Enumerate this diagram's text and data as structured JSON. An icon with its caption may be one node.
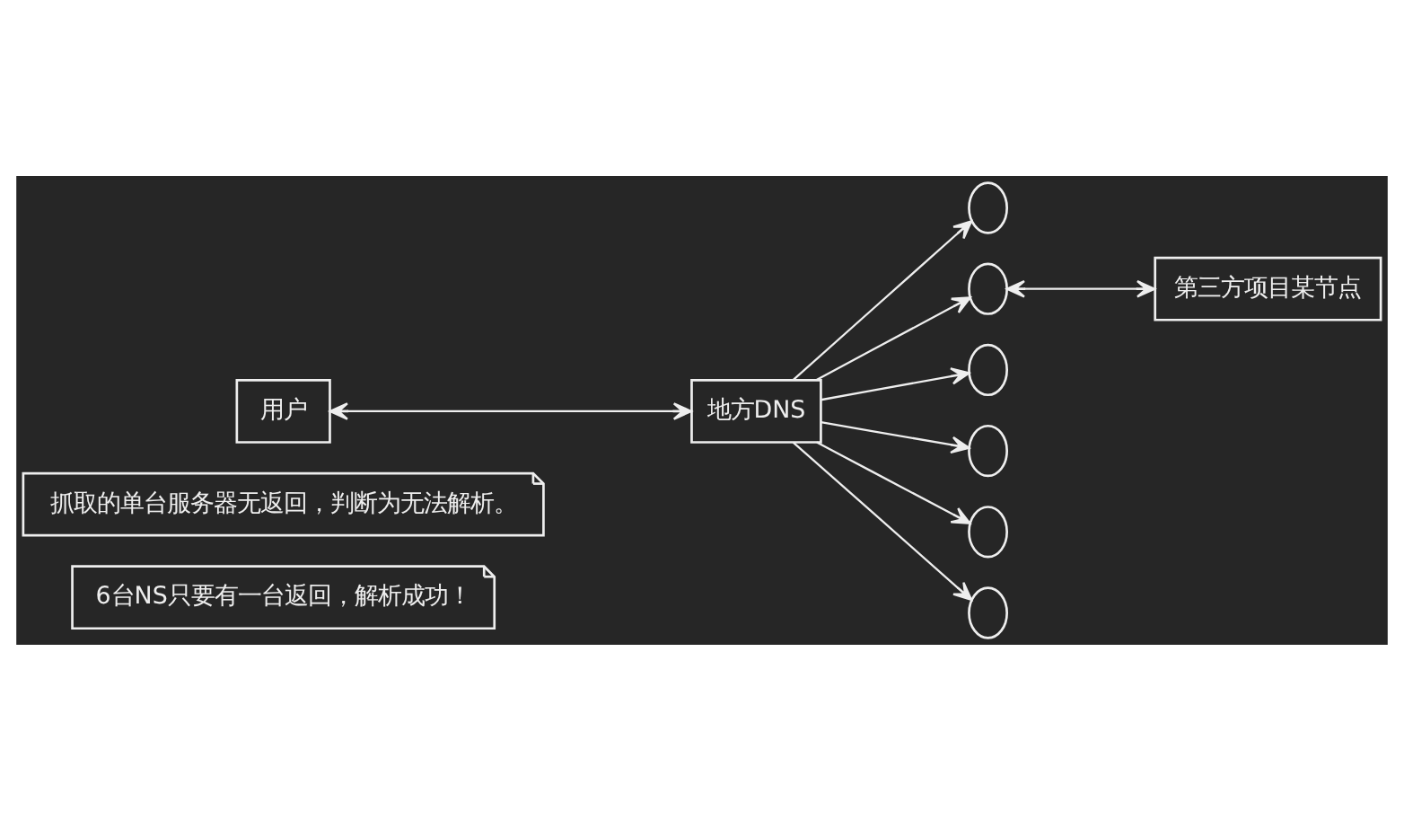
{
  "diagram": {
    "nodes": [
      {
        "text": [
          "6台NS只要有一台返回，解析成功！"
        ]
      },
      {
        "text": [
          "抓取的单台服务器无返回，判断为无法解析。"
        ]
      },
      {
        "text": [
          "用户"
        ]
      },
      {
        "text": [
          "地方DNS"
        ]
      },
      {
        "text": [],
        "shape": "circle"
      },
      {
        "text": [],
        "shape": "circle"
      },
      {
        "text": [],
        "shape": "circle"
      },
      {
        "text": [],
        "shape": "circle"
      },
      {
        "text": [],
        "shape": "circle"
      },
      {
        "text": [],
        "shape": "circle"
      },
      {
        "text": [
          "第三方项目某节点"
        ]
      }
    ],
    "edges": [
      {
        "from": 2,
        "to": 3,
        "arrow": "both"
      },
      {
        "from": 3,
        "to": 4,
        "arrow": "to"
      },
      {
        "from": 3,
        "to": 5,
        "arrow": "to"
      },
      {
        "from": 3,
        "to": 6,
        "arrow": "to"
      },
      {
        "from": 3,
        "to": 7,
        "arrow": "to"
      },
      {
        "from": 3,
        "to": 8,
        "arrow": "to"
      },
      {
        "from": 3,
        "to": 9,
        "arrow": "to"
      },
      {
        "from": 5,
        "to": 10,
        "arrow": "both"
      }
    ]
  }
}
